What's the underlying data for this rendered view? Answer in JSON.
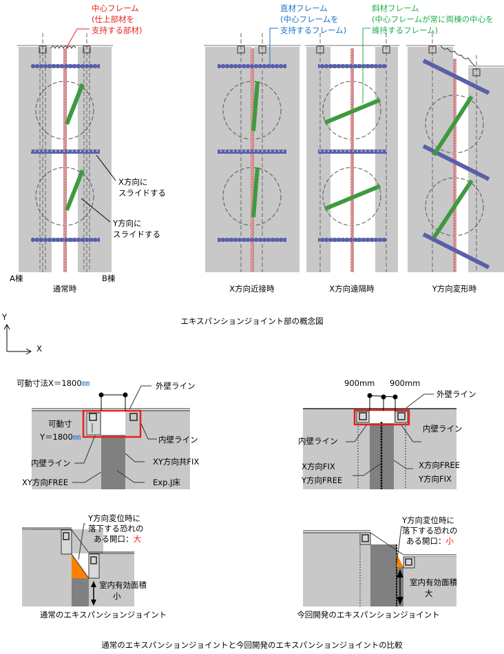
{
  "top": {
    "callout_center": [
      "中心フレーム",
      "(仕上部材を",
      "支持する部材)"
    ],
    "callout_straight": [
      "直材フレーム",
      "(中心フレームを",
      "支持するフレーム)"
    ],
    "callout_diagonal": [
      "斜材フレーム",
      "(中心フレームが常に両棟の中心を",
      "維持するフレーム)"
    ],
    "x_slide": [
      "X方向に",
      "スライドする"
    ],
    "y_slide": [
      "Y方向に",
      "スライドする"
    ],
    "building_a": "A棟",
    "building_b": "B棟",
    "captions": [
      "通常時",
      "X方向近接時",
      "X方向遠隔時",
      "Y方向変形時"
    ],
    "figure_caption": "エキスパンションジョイント部の概念図",
    "axis_y": "Y",
    "axis_x": "X"
  },
  "detail_left": {
    "movable_x": "可動寸法X＝1800",
    "mm_unit": "㎜",
    "movable_y_1": "可動寸",
    "movable_y_2": "Y＝1800",
    "outer_wall": "外壁ライン",
    "inner_wall_right": "内壁ライン",
    "inner_wall_left": "内壁ライン",
    "xy_fix": "XY方向共FIX",
    "xy_free": "XY方向FREE",
    "expj_floor": "Exp.J床"
  },
  "detail_right": {
    "dim_left": "900mm",
    "dim_right": "900mm",
    "outer_wall": "外壁ライン",
    "inner_wall_left": "内壁ライン",
    "inner_wall_right": "内壁ライン",
    "x_fix": "X方向FIX",
    "y_free": "Y方向FREE",
    "x_free": "X方向FREE",
    "y_fix": "Y方向FIX"
  },
  "compare_left": {
    "note": [
      "Y方向変位時に",
      "落下する恐れの",
      "ある開口："
    ],
    "note_value": "大",
    "area": [
      "室内有効面積",
      "小"
    ],
    "caption": "通常のエキスパンションジョイント"
  },
  "compare_right": {
    "note": [
      "Y方向変位時に",
      "落下する恐れの",
      "ある開口："
    ],
    "note_value": "小",
    "area": [
      "室内有効面積",
      "大"
    ],
    "caption": "今回開発のエキスパンションジョイント"
  },
  "bottom_caption": "通常のエキスパンションジョイントと今回開発のエキスパンションジョイントの比較",
  "colors": {
    "red": "#e8201e",
    "blue": "#1b73c9",
    "green": "#1fae4a",
    "orange": "#ff8000",
    "gray": "#c8c8c8",
    "dark": "#808080"
  }
}
